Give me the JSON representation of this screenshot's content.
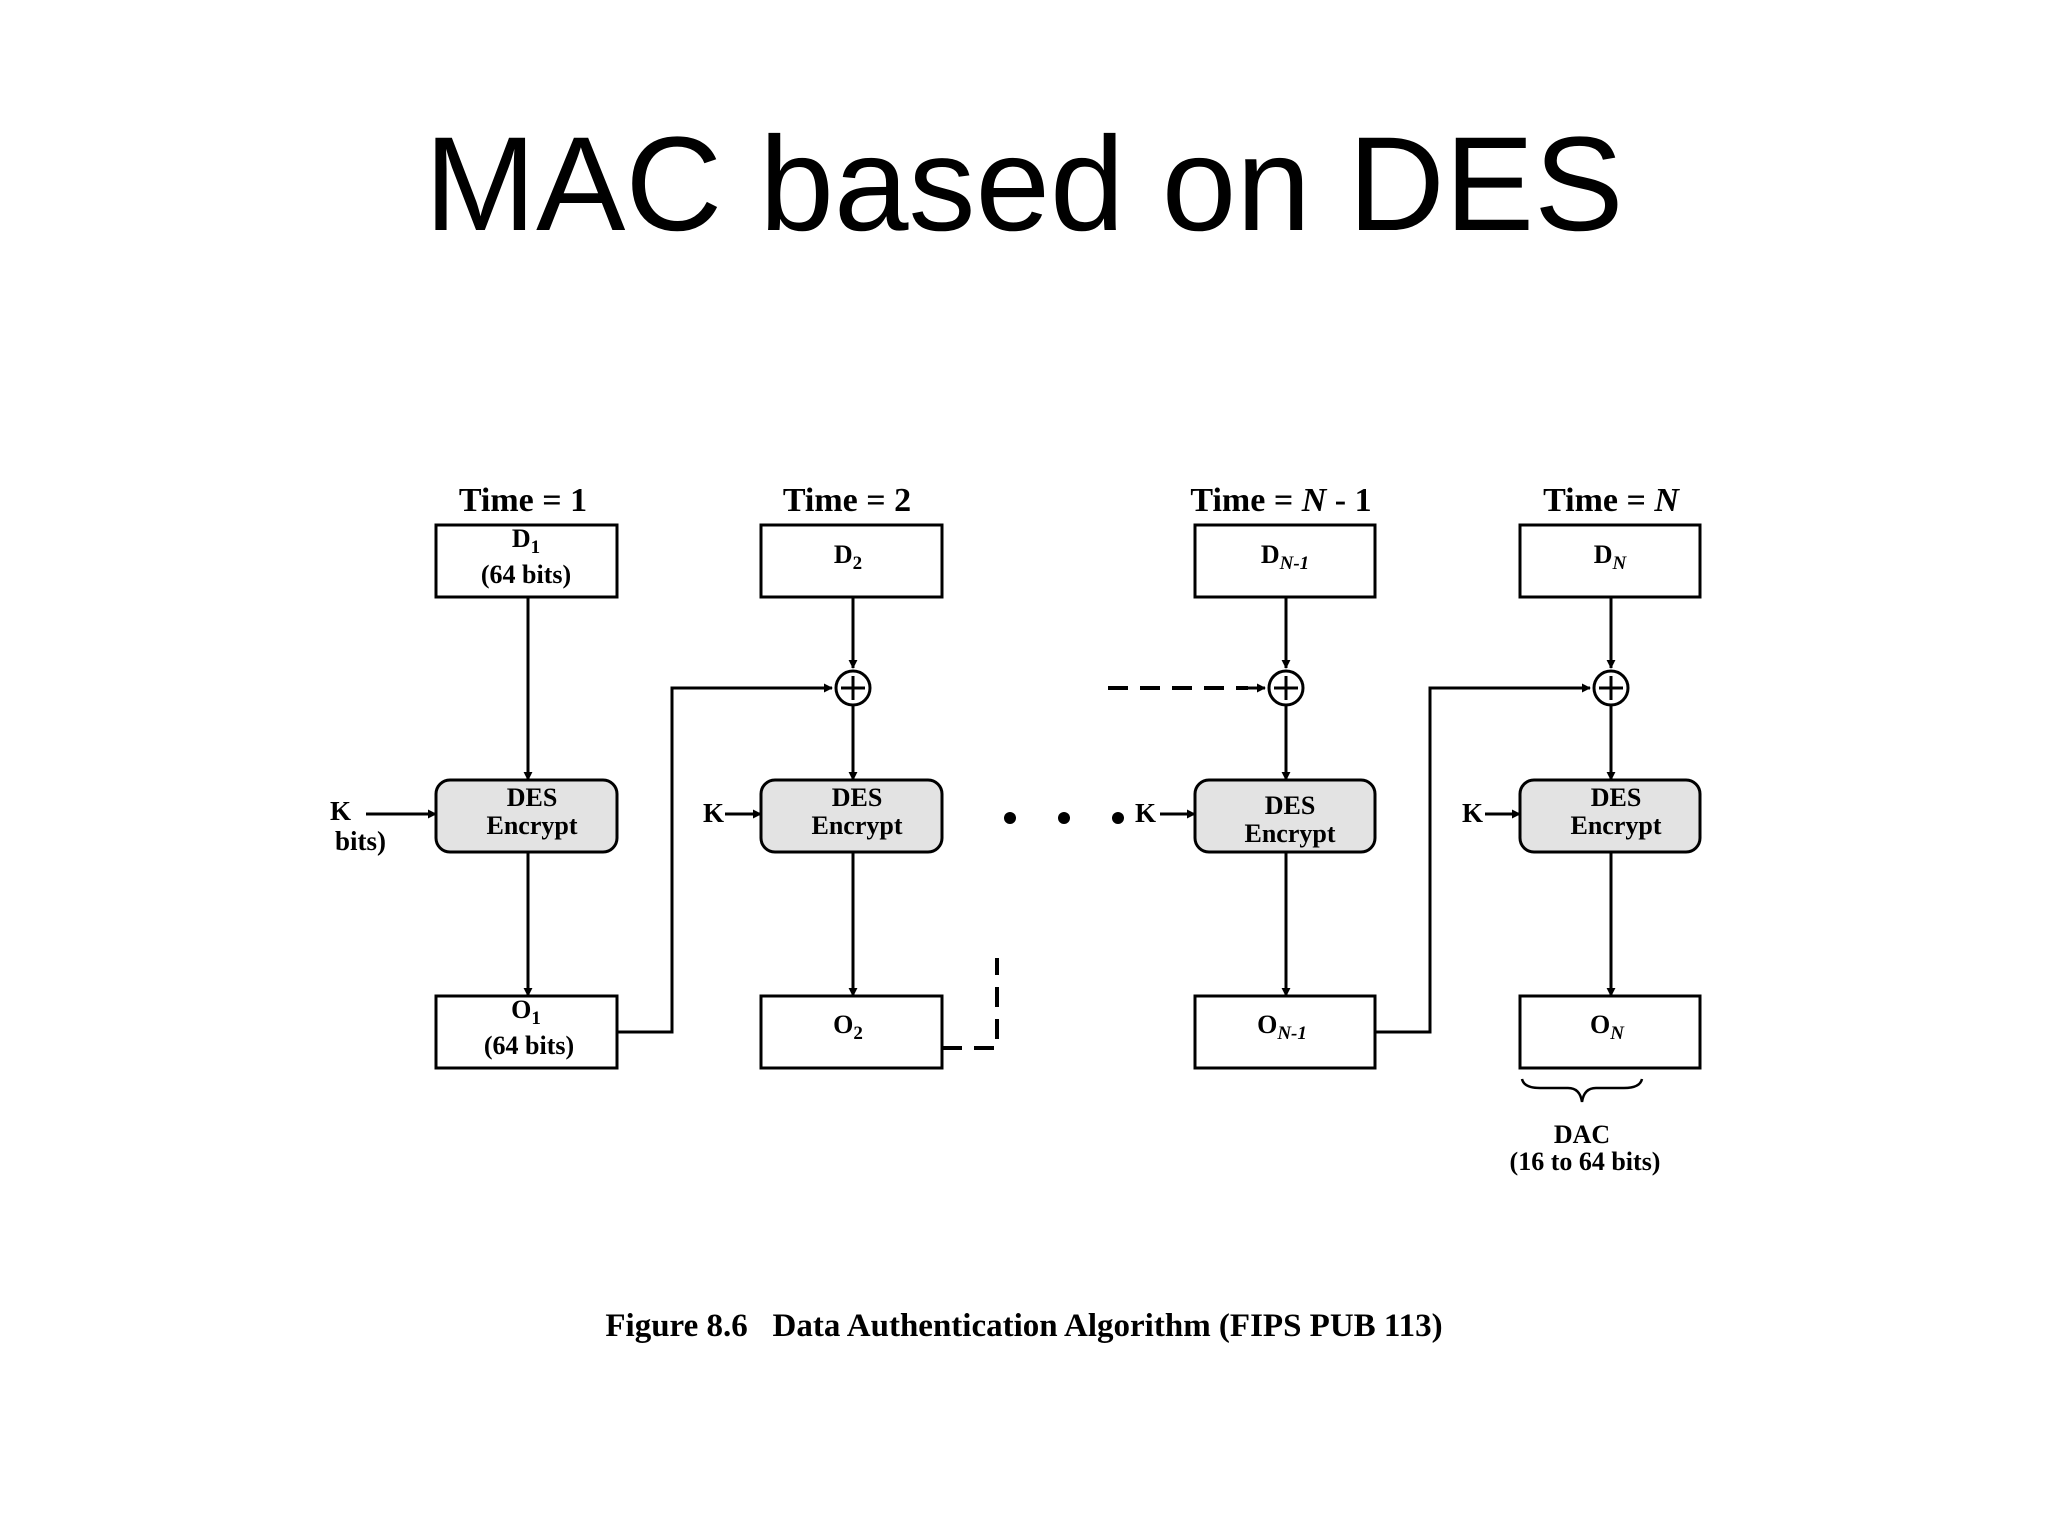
{
  "title": "MAC based on DES",
  "caption": {
    "figure": "Figure 8.6",
    "text": "Data Authentication Algorithm (FIPS PUB 113)"
  },
  "diagram": {
    "stages": [
      {
        "time": "Time = 1",
        "time_base": "Time = ",
        "time_var": "",
        "time_suffix": "1",
        "input": "D",
        "input_sub": "1",
        "input_extra": "(64 bits)",
        "cipher_line1": "DES",
        "cipher_line2": "Encrypt",
        "key": "K",
        "output": "O",
        "output_sub": "1",
        "output_extra": "(64 bits)",
        "has_xor": false
      },
      {
        "time": "Time = 2",
        "time_base": "Time = ",
        "time_var": "",
        "time_suffix": "2",
        "input": "D",
        "input_sub": "2",
        "input_extra": "",
        "cipher_line1": "DES",
        "cipher_line2": "Encrypt",
        "key": "K",
        "output": "O",
        "output_sub": "2",
        "output_extra": "",
        "has_xor": true
      },
      {
        "time": "Time = N - 1",
        "time_base": "Time = ",
        "time_var": "N",
        "time_suffix": " - 1",
        "input": "D",
        "input_sub": "N-1",
        "input_extra": "",
        "cipher_line1": "DES",
        "cipher_line2": "Encrypt",
        "key": "K",
        "output": "O",
        "output_sub": "N-1",
        "output_extra": "",
        "has_xor": true
      },
      {
        "time": "Time = N",
        "time_base": "Time = ",
        "time_var": "N",
        "time_suffix": "",
        "input": "D",
        "input_sub": "N",
        "input_extra": "",
        "cipher_line1": "DES",
        "cipher_line2": "Encrypt",
        "key": "K",
        "output": "O",
        "output_sub": "N",
        "output_extra": "",
        "has_xor": true
      }
    ],
    "key_size_label": "bits)",
    "dac_label": "DAC",
    "dac_size": "(16 to 64 bits)",
    "ellipsis": "• • •"
  }
}
